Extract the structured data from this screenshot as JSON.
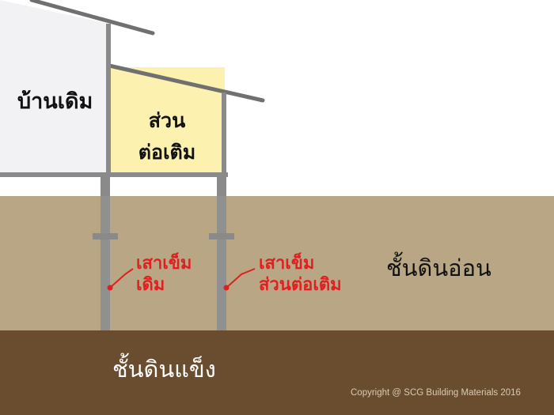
{
  "labels": {
    "old_house": "บ้านเดิม",
    "extension_line1": "ส่วน",
    "extension_line2": "ต่อเติม",
    "old_pile_line1": "เสาเข็ม",
    "old_pile_line2": "เดิม",
    "new_pile_line1": "เสาเข็ม",
    "new_pile_line2": "ส่วนต่อเติม",
    "soft_soil": "ชั้นดินอ่อน",
    "hard_soil": "ชั้นดินแข็ง"
  },
  "copyright": "Copyright  @ SCG Building Materials 2016",
  "colors": {
    "sky": "#ffffff",
    "old_house_wall": "#f2f2f4",
    "extension_wall": "#fdf1b0",
    "roof": "#707070",
    "frame": "#8a8a8a",
    "soft_soil": "#b8a684",
    "hard_soil": "#6a4c2e",
    "pile": "#909090",
    "callout": "#e02020"
  }
}
